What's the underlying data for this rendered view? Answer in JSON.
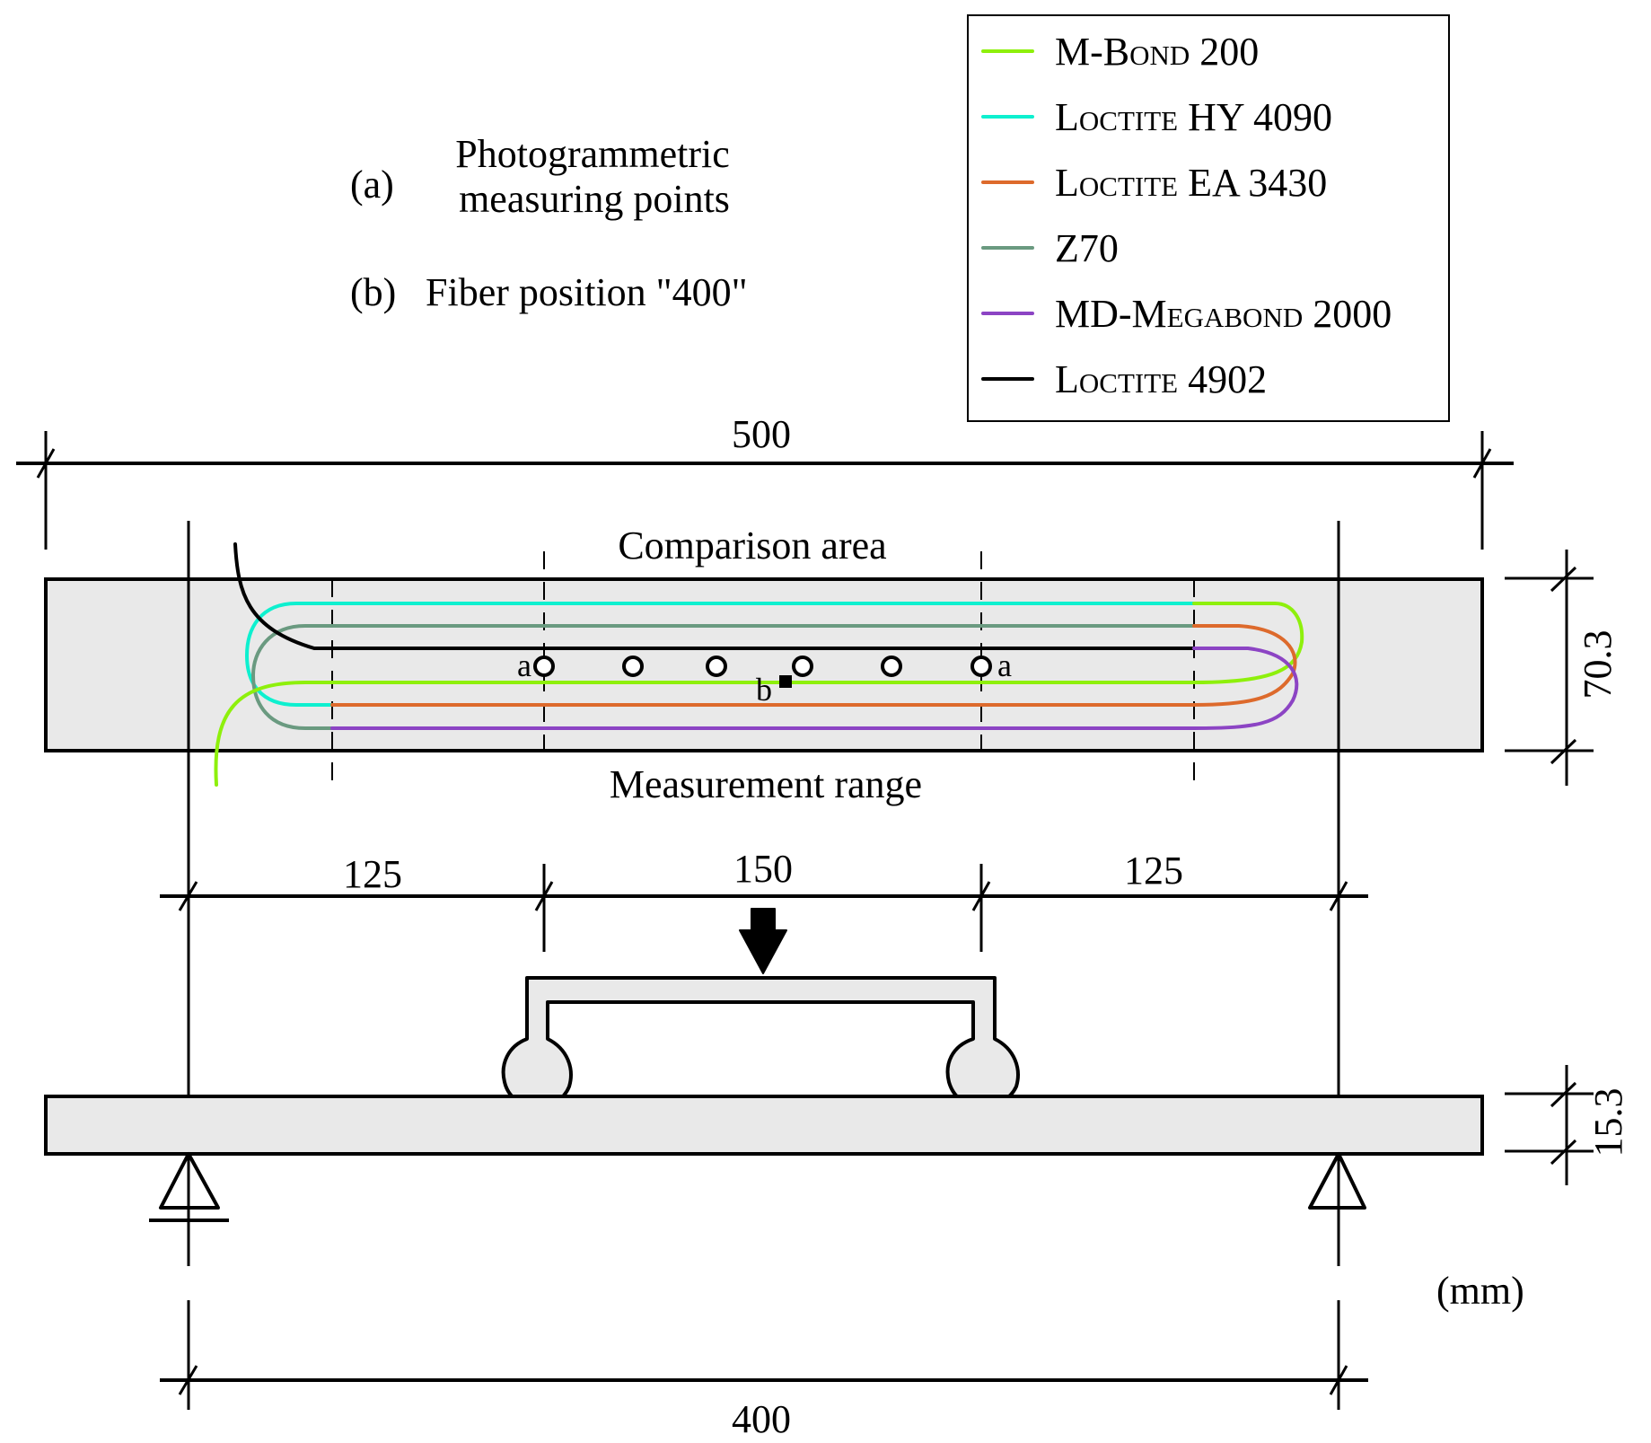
{
  "legend": {
    "items": [
      {
        "label": "M-Bond 200",
        "color": "#8ef00c"
      },
      {
        "label": "Loctite HY 4090",
        "color": "#0ef0cf"
      },
      {
        "label": "Loctite EA 3430",
        "color": "#dd6a2c"
      },
      {
        "label": "Z70",
        "color": "#6a9a80"
      },
      {
        "label": "MD-Megabond 2000",
        "color": "#8c44c4"
      },
      {
        "label": "Loctite 4902",
        "color": "#000000"
      }
    ]
  },
  "notes": {
    "a_marker": "(a)",
    "a_line1": "Photogrammetric",
    "a_line2": "measuring points",
    "b_marker": "(b)",
    "b_text": "Fiber position \"400\""
  },
  "labels": {
    "comparison_area": "Comparison area",
    "measurement_range": "Measurement range",
    "point_a": "a",
    "point_b": "b",
    "units": "(mm)"
  },
  "dimensions": {
    "total_length": "500",
    "width": "70.3",
    "thickness": "15.3",
    "span": "400",
    "shear_left": "125",
    "load_span": "150",
    "shear_right": "125"
  },
  "colors": {
    "specimen_fill": "#e9e9e9",
    "line": "#000000"
  }
}
